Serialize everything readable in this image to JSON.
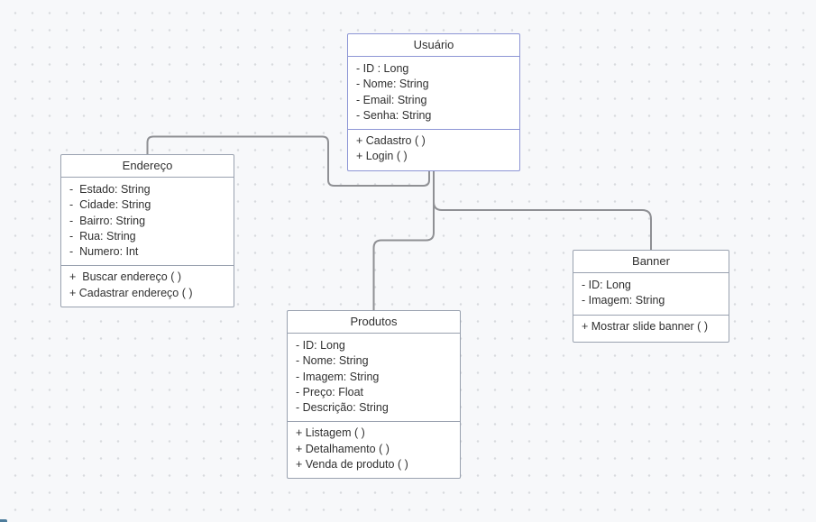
{
  "canvas": {
    "background": "#f7f8fa",
    "dot_color": "#d8dade"
  },
  "colors": {
    "selected_node_border": "#8d95d5",
    "node_border": "#99a1af",
    "connector": "#8f9094",
    "text": "#303030",
    "scroll_indicator": "#4e7d9c"
  },
  "classes": {
    "usuario": {
      "title": "Usuário",
      "attributes": [
        "- ID : Long",
        "- Nome: String",
        "- Email: String",
        "- Senha: String"
      ],
      "methods": [
        "+ Cadastro ( )",
        "+ Login ( )"
      ]
    },
    "endereco": {
      "title": "Endereço",
      "attributes": [
        "-  Estado: String",
        "-  Cidade: String",
        "-  Bairro: String",
        "-  Rua: String",
        "-  Numero: Int"
      ],
      "methods": [
        "+  Buscar endereço ( )",
        "+ Cadastrar endereço ( )"
      ]
    },
    "produtos": {
      "title": "Produtos",
      "attributes": [
        "- ID: Long",
        "- Nome: String",
        "- Imagem: String",
        "- Preço: Float",
        "- Descrição: String"
      ],
      "methods": [
        "+ Listagem ( )",
        "+ Detalhamento ( )",
        "+ Venda de produto ( )"
      ]
    },
    "banner": {
      "title": "Banner",
      "attributes": [
        "- ID: Long",
        "- Imagem: String"
      ],
      "methods": [
        "+ Mostrar slide banner ( )"
      ]
    }
  },
  "connectors": [
    {
      "from": "Usuário",
      "to": "Endereço"
    },
    {
      "from": "Usuário",
      "to": "Produtos"
    },
    {
      "from": "Usuário",
      "to": "Banner"
    }
  ]
}
